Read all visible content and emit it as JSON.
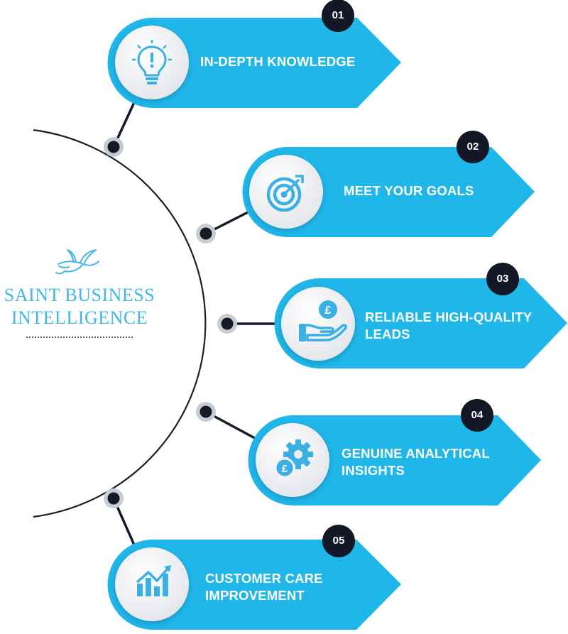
{
  "brand": {
    "line1": "SAINT BUSINESS",
    "line2": "INTELLIGENCE",
    "logo_icon": "bird-icon",
    "accent_color": "#3fb8e6"
  },
  "colors": {
    "banner": "#1fb6ea",
    "badge": "#141826",
    "connector": "#161a26",
    "icon": "#3ab0e4"
  },
  "items": [
    {
      "number": "01",
      "label1": "IN-DEPTH KNOWLEDGE",
      "label2": "",
      "icon": "lightbulb-icon"
    },
    {
      "number": "02",
      "label1": "MEET YOUR GOALS",
      "label2": "",
      "icon": "target-icon"
    },
    {
      "number": "03",
      "label1": "RELIABLE HIGH-QUALITY",
      "label2": "LEADS",
      "icon": "hand-coin-icon"
    },
    {
      "number": "04",
      "label1": "GENUINE ANALYTICAL",
      "label2": "INSIGHTS",
      "icon": "gear-pound-icon"
    },
    {
      "number": "05",
      "label1": "CUSTOMER CARE",
      "label2": "IMPROVEMENT",
      "icon": "chart-growth-icon"
    }
  ]
}
